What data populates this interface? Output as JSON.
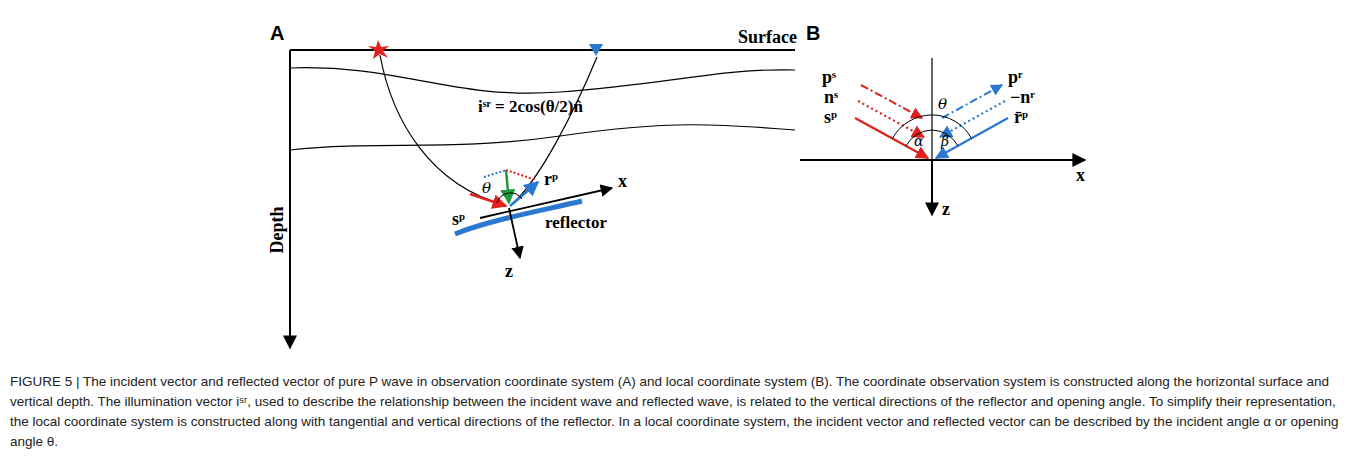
{
  "diagram": {
    "caption": "FIGURE 5 | The incident vector and reflected vector of pure P wave in observation coordinate system (A) and local coordinate system (B). The coordinate observation system is constructed along the horizontal surface and vertical depth. The illumination vector iˢʳ, used to describe the relationship between the incident wave and reflected wave, is related to the vertical directions of the reflector and opening angle. To simplify their representation, the local coordinate system is constructed along with tangential and vertical directions of the reflector. In a local coordinate system, the incident vector and reflected vector can be described by the incident angle α or opening angle θ.",
    "labels": [
      "A",
      "Surface",
      "Depth",
      "iˢʳ = 2cos(θ/2)n̂",
      "sᵖ",
      "θ",
      "rᵖ",
      "x",
      "reflector",
      "z",
      "B",
      "pˢ",
      "nˢ",
      "sᵖ",
      "pʳ",
      "−nʳ",
      "r̄ᵖ",
      "θ",
      "α",
      "β",
      "x",
      "z"
    ]
  }
}
